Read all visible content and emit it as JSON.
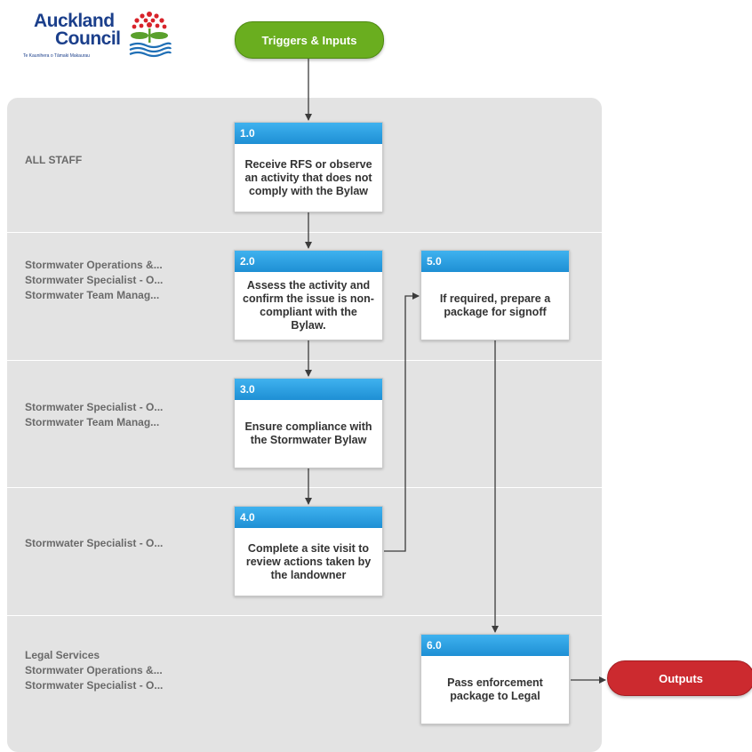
{
  "logo": {
    "line1": "Auckland",
    "line2": "Council",
    "tagline": "Te Kaunihera o Tāmaki Makaurau"
  },
  "triggers": {
    "label": "Triggers & Inputs",
    "color": "#6aae1f"
  },
  "outputs": {
    "label": "Outputs",
    "color": "#cc2a2f"
  },
  "lanes": [
    {
      "roles": [
        "ALL STAFF"
      ]
    },
    {
      "roles": [
        "Stormwater Operations &...",
        "Stormwater Specialist - O...",
        "Stormwater Team Manag..."
      ]
    },
    {
      "roles": [
        "Stormwater Specialist - O...",
        "Stormwater Team Manag..."
      ]
    },
    {
      "roles": [
        "Stormwater Specialist - O..."
      ]
    },
    {
      "roles": [
        "Legal Services",
        "Stormwater Operations &...",
        "Stormwater Specialist - O..."
      ]
    }
  ],
  "steps": {
    "s1": {
      "id": "1.0",
      "text": "Receive RFS or observe an activity that does not comply with the Bylaw"
    },
    "s2": {
      "id": "2.0",
      "text": "Assess the activity and confirm the issue is non-compliant with the Bylaw."
    },
    "s3": {
      "id": "3.0",
      "text": "Ensure compliance with the Stormwater Bylaw"
    },
    "s4": {
      "id": "4.0",
      "text": "Complete a site visit to review actions taken by the landowner"
    },
    "s5": {
      "id": "5.0",
      "text": "If required, prepare a package for signoff"
    },
    "s6": {
      "id": "6.0",
      "text": "Pass enforcement package to Legal"
    }
  },
  "colors": {
    "step_header": "#29a3e6",
    "lane_background": "#e3e3e3"
  }
}
